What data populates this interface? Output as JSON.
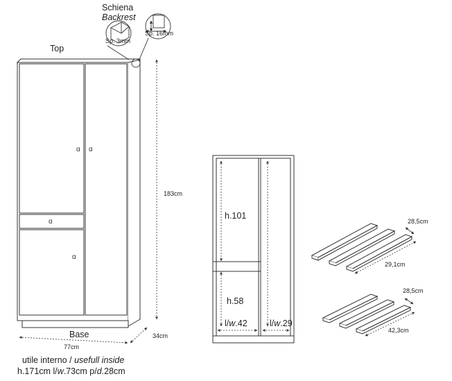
{
  "labels": {
    "schiena": "Schiena",
    "backrest": "Backrest",
    "sp3": "Sp. 3mm",
    "sp16": "Sp. 16mm",
    "top": "Top",
    "height_total": "183cm",
    "base": "Base",
    "width_total": "77cm",
    "depth_total": "34cm",
    "utile_it": "utile interno /",
    "utile_en": "usefull inside",
    "inner_h": "h.171cm",
    "inner_w_prefix": "l/",
    "inner_w_it": "w",
    "inner_w_val": ".73cm",
    "inner_d_prefix": "p/",
    "inner_d_it": "d",
    "inner_d_val": ".28cm",
    "h101": "h.101",
    "h58": "h.58",
    "lw42_prefix": "l/",
    "lw42_it": "w",
    "lw42_val": ".42",
    "lw29_prefix": "l/",
    "lw29_it": "w",
    "lw29_val": ".29",
    "shelf1_depth": "28,5cm",
    "shelf1_width": "29,1cm",
    "shelf2_depth": "28,5cm",
    "shelf2_width": "42,3cm"
  }
}
